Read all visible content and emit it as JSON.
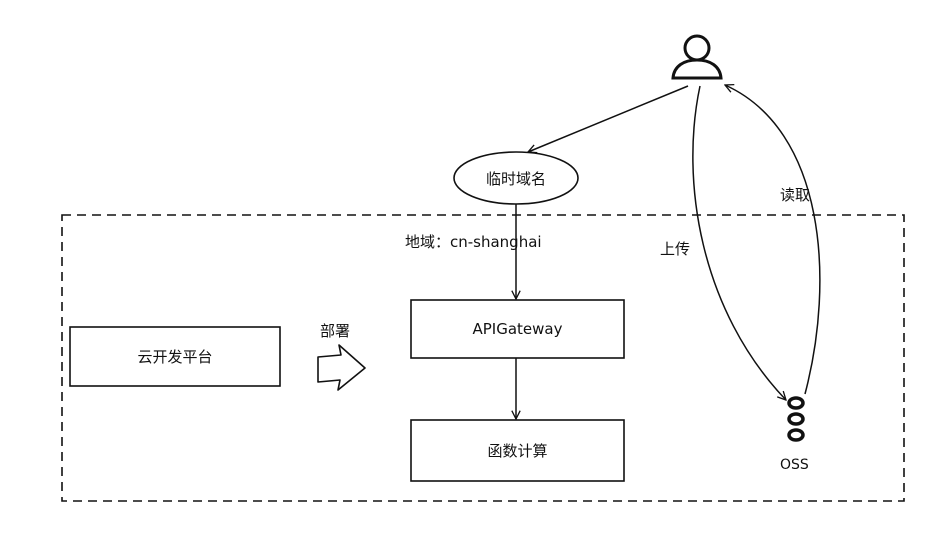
{
  "region_label": "地域：cn-shanghai",
  "nodes": {
    "user": "user-icon",
    "temp_domain": "临时域名",
    "api_gateway": "APIGateway",
    "function_compute": "函数计算",
    "cloud_dev_platform": "云开发平台",
    "oss": "OSS"
  },
  "edges": {
    "deploy": "部署",
    "upload": "上传",
    "read": "读取"
  },
  "colors": {
    "stroke": "#111111",
    "background": "#ffffff"
  }
}
